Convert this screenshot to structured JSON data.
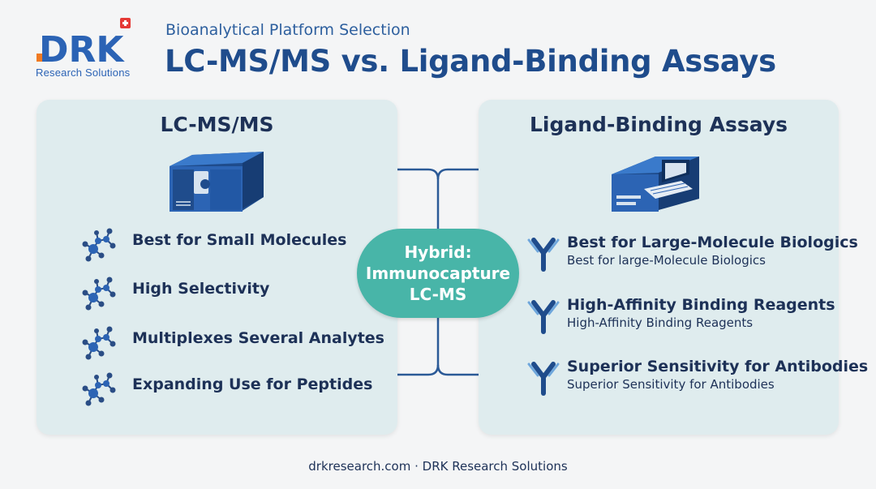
{
  "logo": {
    "text": "DRK",
    "subtitle": "Research Solutions"
  },
  "header": {
    "subtitle": "Bioanalytical Platform Selection",
    "title": "LC-MS/MS vs. Ligand-Binding Assays"
  },
  "left_panel": {
    "title": "LC-MS/MS",
    "instrument_icon": "mass-spectrometer-icon",
    "item_icon": "molecule-icon",
    "items": [
      {
        "label": "Best for Small Molecules"
      },
      {
        "label": "High Selectivity"
      },
      {
        "label": "Multiplexes Several Analytes"
      },
      {
        "label": "Expanding Use for Peptides"
      }
    ]
  },
  "right_panel": {
    "title": "Ligand-Binding Assays",
    "instrument_icon": "plate-reader-icon",
    "item_icon": "antibody-icon",
    "items": [
      {
        "label": "Best for Large-Molecule Biologics",
        "sub": "Best for large-Molecule Biologics"
      },
      {
        "label": "High-Affinity Binding Reagents",
        "sub": "High-Affinity Binding Reagents"
      },
      {
        "label": "Superior Sensitivity for Antibodies",
        "sub": "Superior Sensitivity for Antibodies"
      }
    ]
  },
  "hybrid": {
    "line1": "Hybrid:",
    "line2": "Immunocapture",
    "line3": "LC-MS"
  },
  "footer": {
    "text": "drkresearch.com · DRK Research Solutions"
  },
  "colors": {
    "primary": "#1f4c8c",
    "accent": "#48b5a8",
    "panel": "#dfecee",
    "orange": "#f07a22",
    "red": "#e53935"
  }
}
